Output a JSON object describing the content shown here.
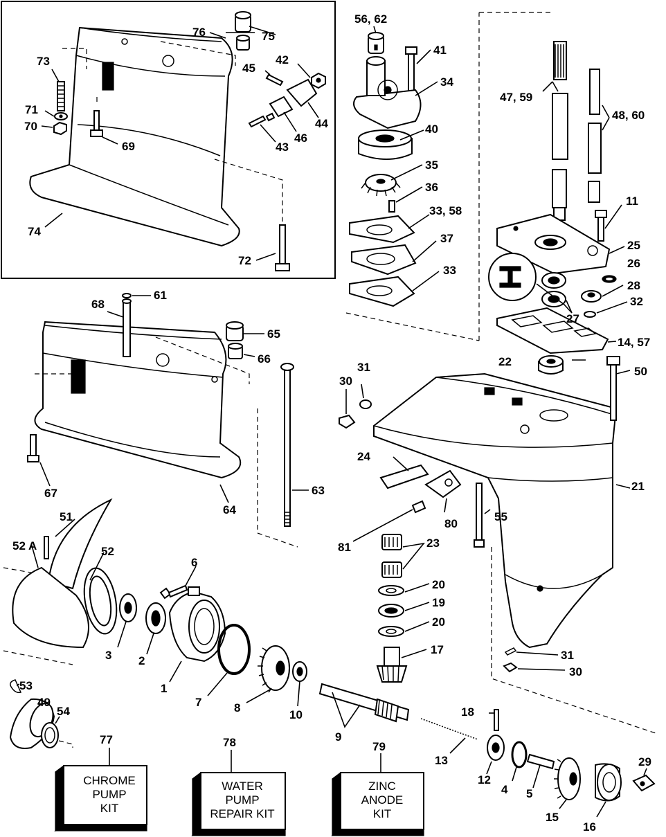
{
  "callouts": {
    "c1": "1",
    "c2": "2",
    "c3": "3",
    "c4": "4",
    "c5": "5",
    "c6": "6",
    "c7": "7",
    "c8": "8",
    "c9": "9",
    "c10": "10",
    "c11": "11",
    "c12": "12",
    "c13": "13",
    "c14_57": "14, 57",
    "c15": "15",
    "c16": "16",
    "c17": "17",
    "c18": "18",
    "c19": "19",
    "c20a": "20",
    "c20b": "20",
    "c21": "21",
    "c22": "22",
    "c23": "23",
    "c24": "24",
    "c25": "25",
    "c26": "26",
    "c27": "27",
    "c28": "28",
    "c29": "29",
    "c30a": "30",
    "c30b": "30",
    "c31a": "31",
    "c31b": "31",
    "c32": "32",
    "c33": "33",
    "c33_58": "33, 58",
    "c34": "34",
    "c35": "35",
    "c36": "36",
    "c37": "37",
    "c40": "40",
    "c41": "41",
    "c42": "42",
    "c43": "43",
    "c44": "44",
    "c45": "45",
    "c46": "46",
    "c47_59": "47, 59",
    "c48_60": "48, 60",
    "c49": "49",
    "c50": "50",
    "c51": "51",
    "c52": "52",
    "c52a": "52 A",
    "c53": "53",
    "c54": "54",
    "c55": "55",
    "c56_62": "56, 62",
    "c61": "61",
    "c63": "63",
    "c64": "64",
    "c65": "65",
    "c66": "66",
    "c67": "67",
    "c68": "68",
    "c69": "69",
    "c70": "70",
    "c71": "71",
    "c72": "72",
    "c73": "73",
    "c74": "74",
    "c75": "75",
    "c76": "76",
    "c77": "77",
    "c78": "78",
    "c79": "79",
    "c80": "80",
    "c81": "81"
  },
  "kits": {
    "chrome_pump": [
      "CHROME",
      "PUMP",
      "KIT"
    ],
    "water_pump_repair": [
      "WATER",
      "PUMP",
      "REPAIR KIT"
    ],
    "zinc_anode": [
      "ZINC",
      "ANODE",
      "KIT"
    ]
  }
}
